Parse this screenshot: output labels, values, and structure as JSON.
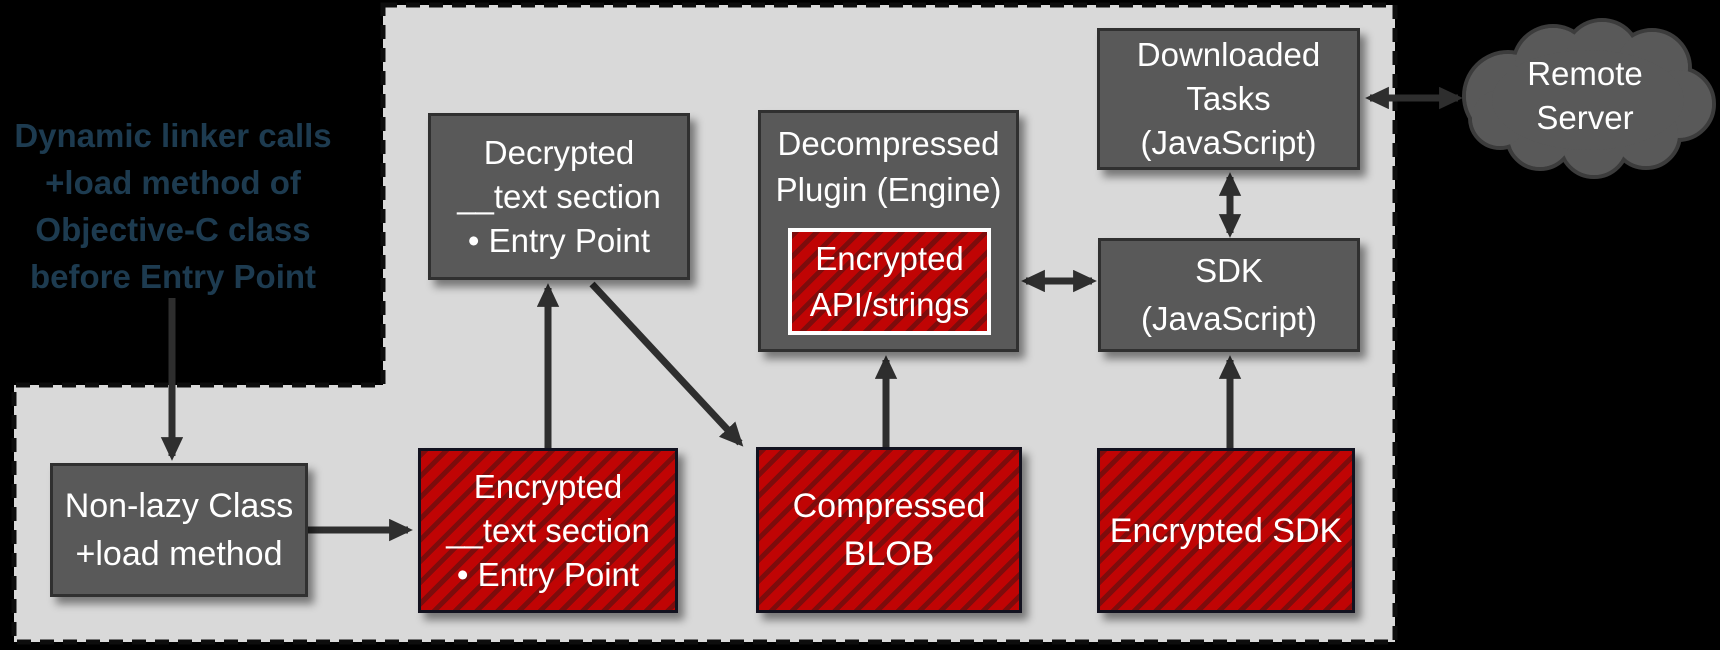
{
  "annotation": {
    "text": "Dynamic linker calls\n+load method of\nObjective-C class\nbefore Entry Point"
  },
  "boxes": {
    "decrypted_text": {
      "label": "Decrypted\n__text section\n•  Entry Point",
      "style": "gray"
    },
    "decompressed_plugin": {
      "label": "Decompressed\nPlugin (Engine)",
      "style": "gray"
    },
    "encrypted_api": {
      "label": "Encrypted\nAPI/strings",
      "style": "red-hatched"
    },
    "downloaded_tasks": {
      "label": "Downloaded\nTasks\n(JavaScript)",
      "style": "gray"
    },
    "sdk": {
      "label": "SDK\n(JavaScript)",
      "style": "gray"
    },
    "non_lazy_class": {
      "label": "Non-lazy Class\n+load method",
      "style": "gray"
    },
    "encrypted_text": {
      "label": "Encrypted\n__text section\n•  Entry Point",
      "style": "red-hatched"
    },
    "compressed_blob": {
      "label": "Compressed\nBLOB",
      "style": "red-hatched"
    },
    "encrypted_sdk": {
      "label": "Encrypted SDK",
      "style": "red-hatched"
    }
  },
  "cloud": {
    "label": "Remote\nServer"
  },
  "connections": [
    {
      "from": "annotation",
      "to": "non_lazy_class",
      "arrow": "one-way"
    },
    {
      "from": "non_lazy_class",
      "to": "encrypted_text",
      "arrow": "one-way"
    },
    {
      "from": "encrypted_text",
      "to": "decrypted_text",
      "arrow": "one-way"
    },
    {
      "from": "decrypted_text",
      "to": "compressed_blob",
      "arrow": "one-way"
    },
    {
      "from": "compressed_blob",
      "to": "decompressed_plugin",
      "arrow": "one-way"
    },
    {
      "from": "decompressed_plugin",
      "to": "sdk",
      "arrow": "two-way"
    },
    {
      "from": "encrypted_sdk",
      "to": "sdk",
      "arrow": "one-way"
    },
    {
      "from": "downloaded_tasks",
      "to": "sdk",
      "arrow": "two-way"
    },
    {
      "from": "downloaded_tasks",
      "to": "remote_server",
      "arrow": "two-way"
    }
  ],
  "colors": {
    "canvas_background": "#000000",
    "container_background": "#d9d9d9",
    "container_dash": "#0d0d0d",
    "gray_box_fill": "#595959",
    "gray_box_border": "#303030",
    "red_box_fill": "#c00404",
    "red_box_stripe": "#7d0c0c",
    "red_box_border": "#12121f",
    "inner_box_border": "#ffffff",
    "box_text": "#ffffff",
    "annotation_text": "#1d3b50",
    "arrow": "#2e2e2e",
    "cloud_fill": "#595959",
    "cloud_outline": "#3c3c3c"
  }
}
